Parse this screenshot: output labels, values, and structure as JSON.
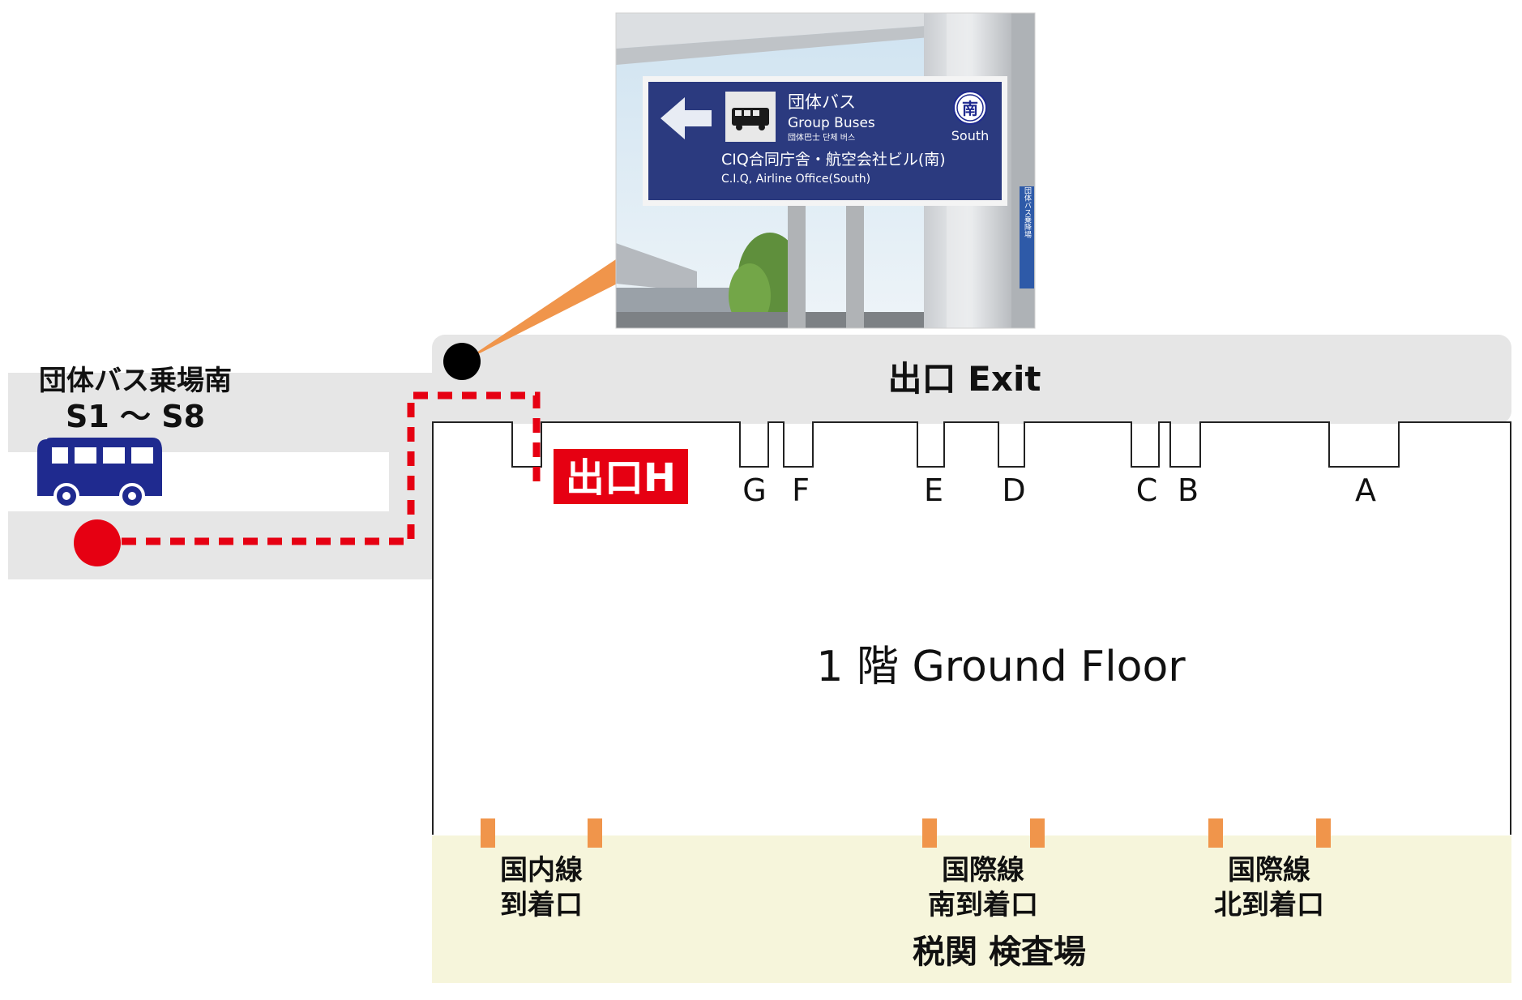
{
  "bus_stop": {
    "title": "団体バス乗場南",
    "range": "S1 ～ S8",
    "icon": "bus-icon",
    "color": "#1f2a8f"
  },
  "exit_corridor": {
    "label": "出口 Exit"
  },
  "exit_h": {
    "label": "出口H",
    "color": "#e60012"
  },
  "gates": [
    "G",
    "F",
    "E",
    "D",
    "C",
    "B",
    "A"
  ],
  "floor": {
    "label": "1 階 Ground Floor"
  },
  "arrivals": [
    {
      "line1": "国内線",
      "line2": "到着口"
    },
    {
      "line1": "国際線",
      "line2": "南到着口"
    },
    {
      "line1": "国際線",
      "line2": "北到着口"
    }
  ],
  "customs": {
    "label": "税関 検査場"
  },
  "route": {
    "color": "#e60012"
  },
  "photo_sign": {
    "direction_icon": "arrow-left-icon",
    "bus_icon": "bus-icon",
    "title_ja": "団体バス",
    "title_en": "Group Buses",
    "title_sub": "団体巴士   단체 버스",
    "badge": "南",
    "badge_en": "South",
    "line2_ja": "CIQ合同庁舎・航空会社ビル(南)",
    "line2_en": "C.I.Q, Airline Office(South)",
    "side_sign": "団体バス乗降場",
    "sign_color": "#2b3a7f"
  },
  "callout_color": "#f0954b"
}
